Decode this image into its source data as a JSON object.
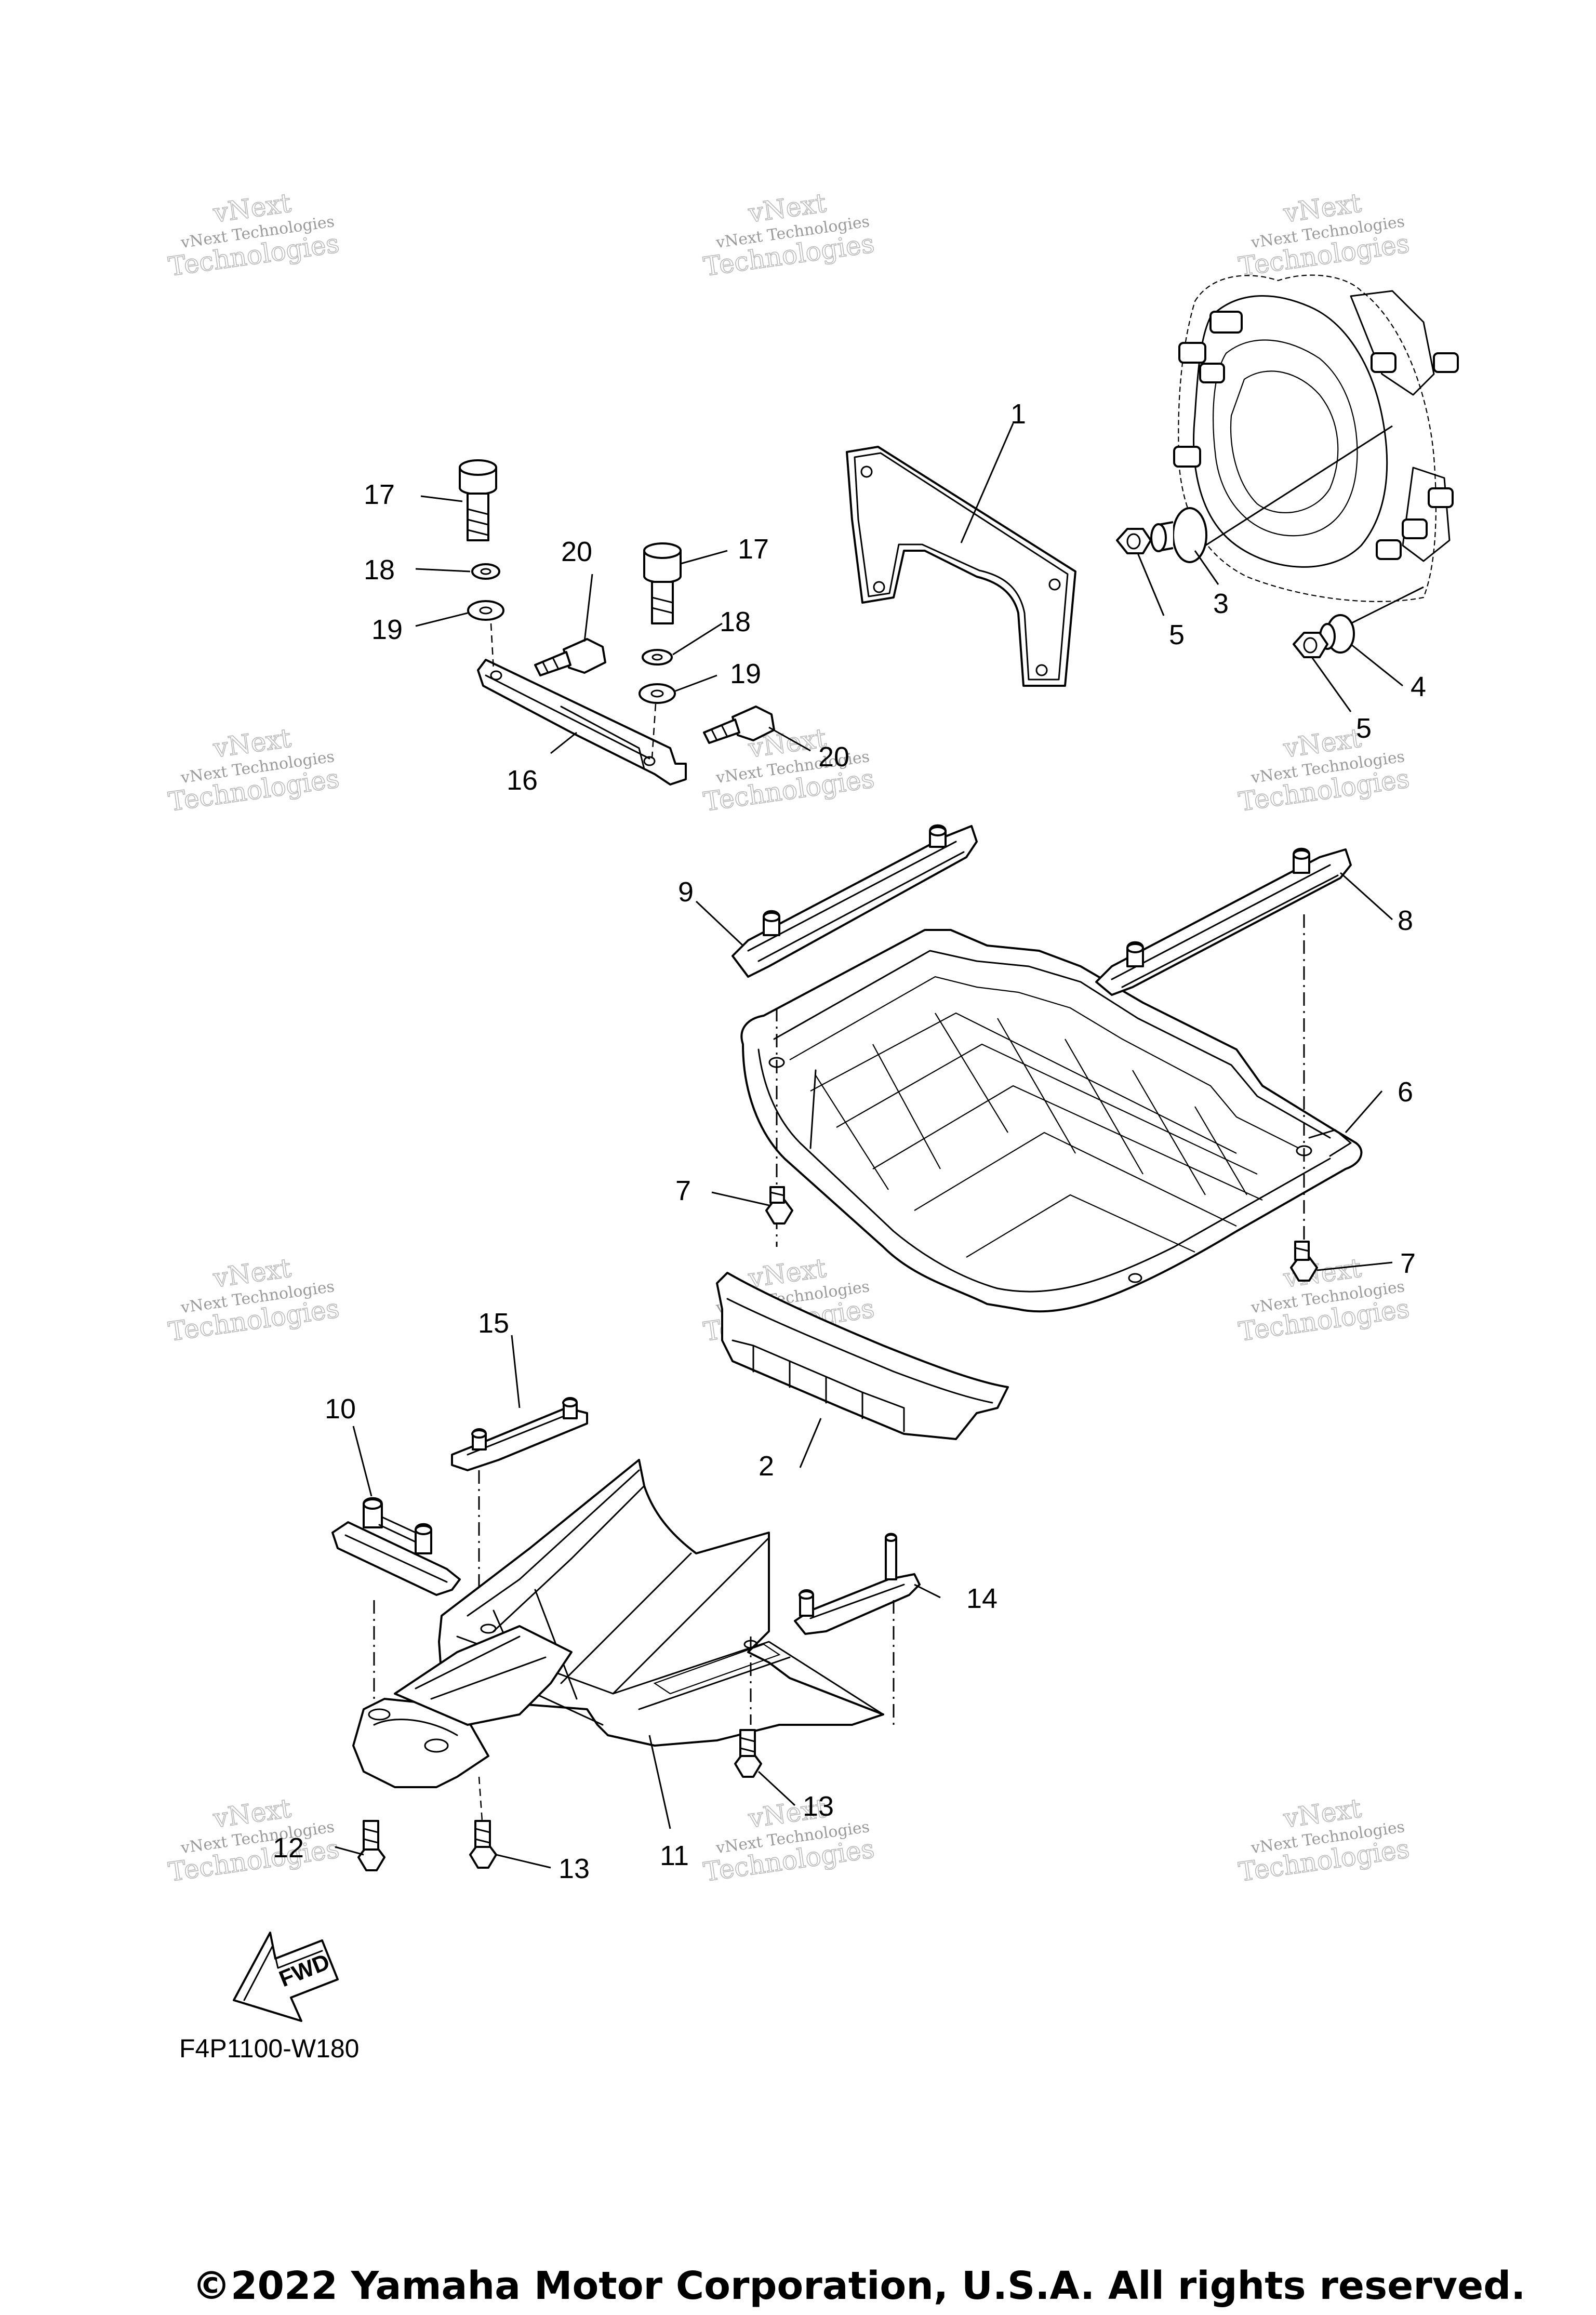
{
  "diagram": {
    "callouts": [
      "1",
      "2",
      "3",
      "4",
      "5",
      "5",
      "6",
      "7",
      "7",
      "8",
      "9",
      "10",
      "11",
      "12",
      "13",
      "13",
      "14",
      "15",
      "16",
      "17",
      "17",
      "18",
      "18",
      "19",
      "19",
      "20",
      "20"
    ],
    "watermark": {
      "line1": "vNext",
      "line2": "vNext Technologies",
      "line3": "Technologies"
    },
    "fwd_label": "FWD",
    "figure_code": "F4P1100-W180",
    "copyright": "©2022 Yamaha Motor Corporation, U.S.A. All rights reserved."
  }
}
